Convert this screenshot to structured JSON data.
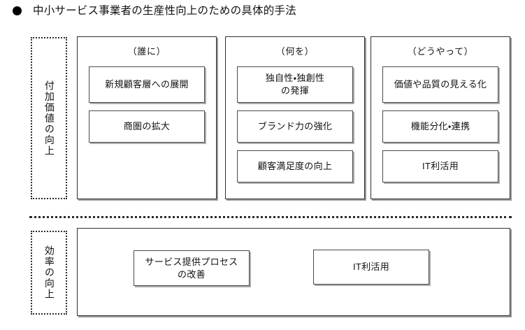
{
  "title": {
    "bullet_icon": "filled-circle-bullet",
    "text": "中小サービス事業者の生産性向上のための具体的手法"
  },
  "rows": [
    {
      "key": "value_added",
      "label": "付加価値の向上"
    },
    {
      "key": "efficiency",
      "label": "効率の向上"
    }
  ],
  "columns": [
    {
      "key": "who",
      "header": "（誰に）",
      "items": [
        "新規顧客層への展開",
        "商圏の拡大"
      ]
    },
    {
      "key": "what",
      "header": "（何を）",
      "items": [
        "独自性・独創性\nの発揮",
        "ブランド力の強化",
        "顧客満足度の向上"
      ]
    },
    {
      "key": "how",
      "header": "（どうやって）",
      "items": [
        "価値や品質の見える化",
        "機能分化・連携",
        "IT利活用"
      ]
    }
  ],
  "efficiency_row": {
    "items": [
      "サービス提供プロセス\nの改善",
      "IT利活用"
    ]
  },
  "colors": {
    "text": "#111111",
    "box_border": "#4a4a4a",
    "panel_border": "#2e2e2e",
    "dotted_border": "#2b2b2b",
    "background": "#ffffff"
  }
}
